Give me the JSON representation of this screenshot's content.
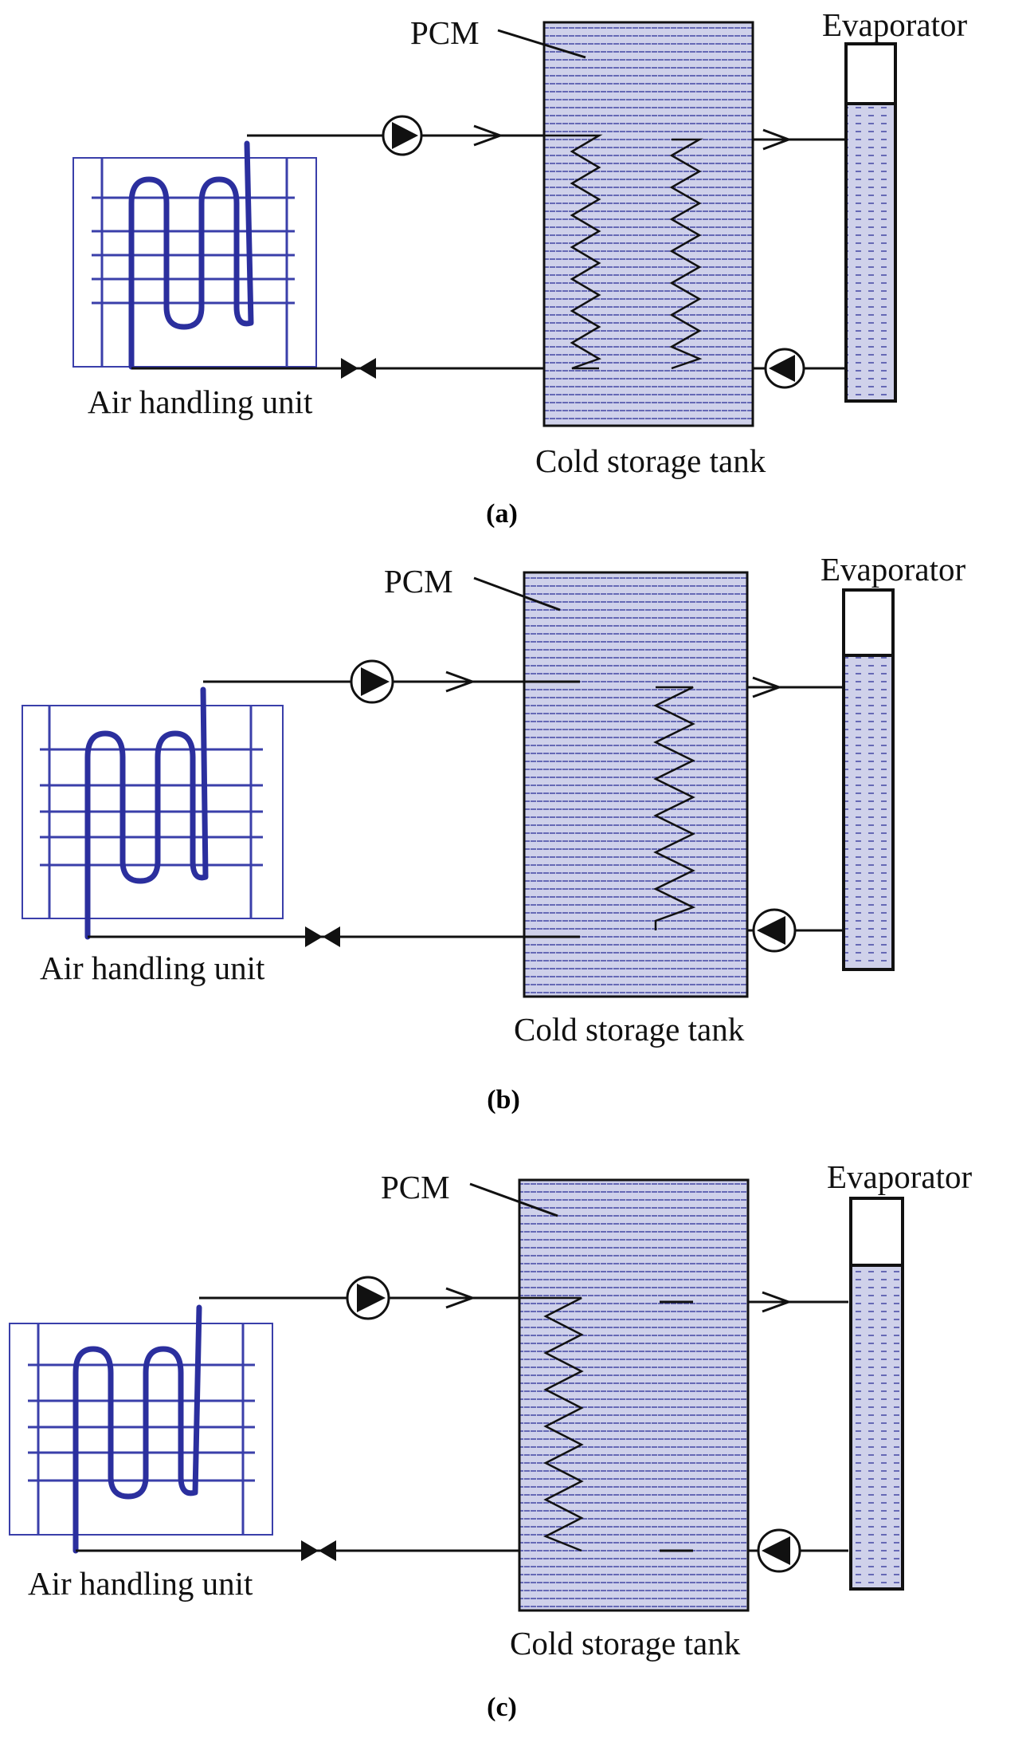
{
  "panels": [
    {
      "caption": "(a)",
      "labels": {
        "pcm": "PCM",
        "evaporator": "Evaporator",
        "ahu": "Air handling unit",
        "tank": "Cold storage tank"
      },
      "coils_in_tank": [
        "left",
        "right"
      ]
    },
    {
      "caption": "(b)",
      "labels": {
        "pcm": "PCM",
        "evaporator": "Evaporator",
        "ahu": "Air handling unit",
        "tank": "Cold storage tank"
      },
      "coils_in_tank": [
        "right"
      ]
    },
    {
      "caption": "(c)",
      "labels": {
        "pcm": "PCM",
        "evaporator": "Evaporator",
        "ahu": "Air handling unit",
        "tank": "Cold storage tank"
      },
      "coils_in_tank": [
        "left"
      ]
    }
  ],
  "colors": {
    "pcm_fill": "#c9cbe6",
    "pcm_dash": "#4b4fa8",
    "coil": "#2b2f9e",
    "pipe": "#111111"
  }
}
